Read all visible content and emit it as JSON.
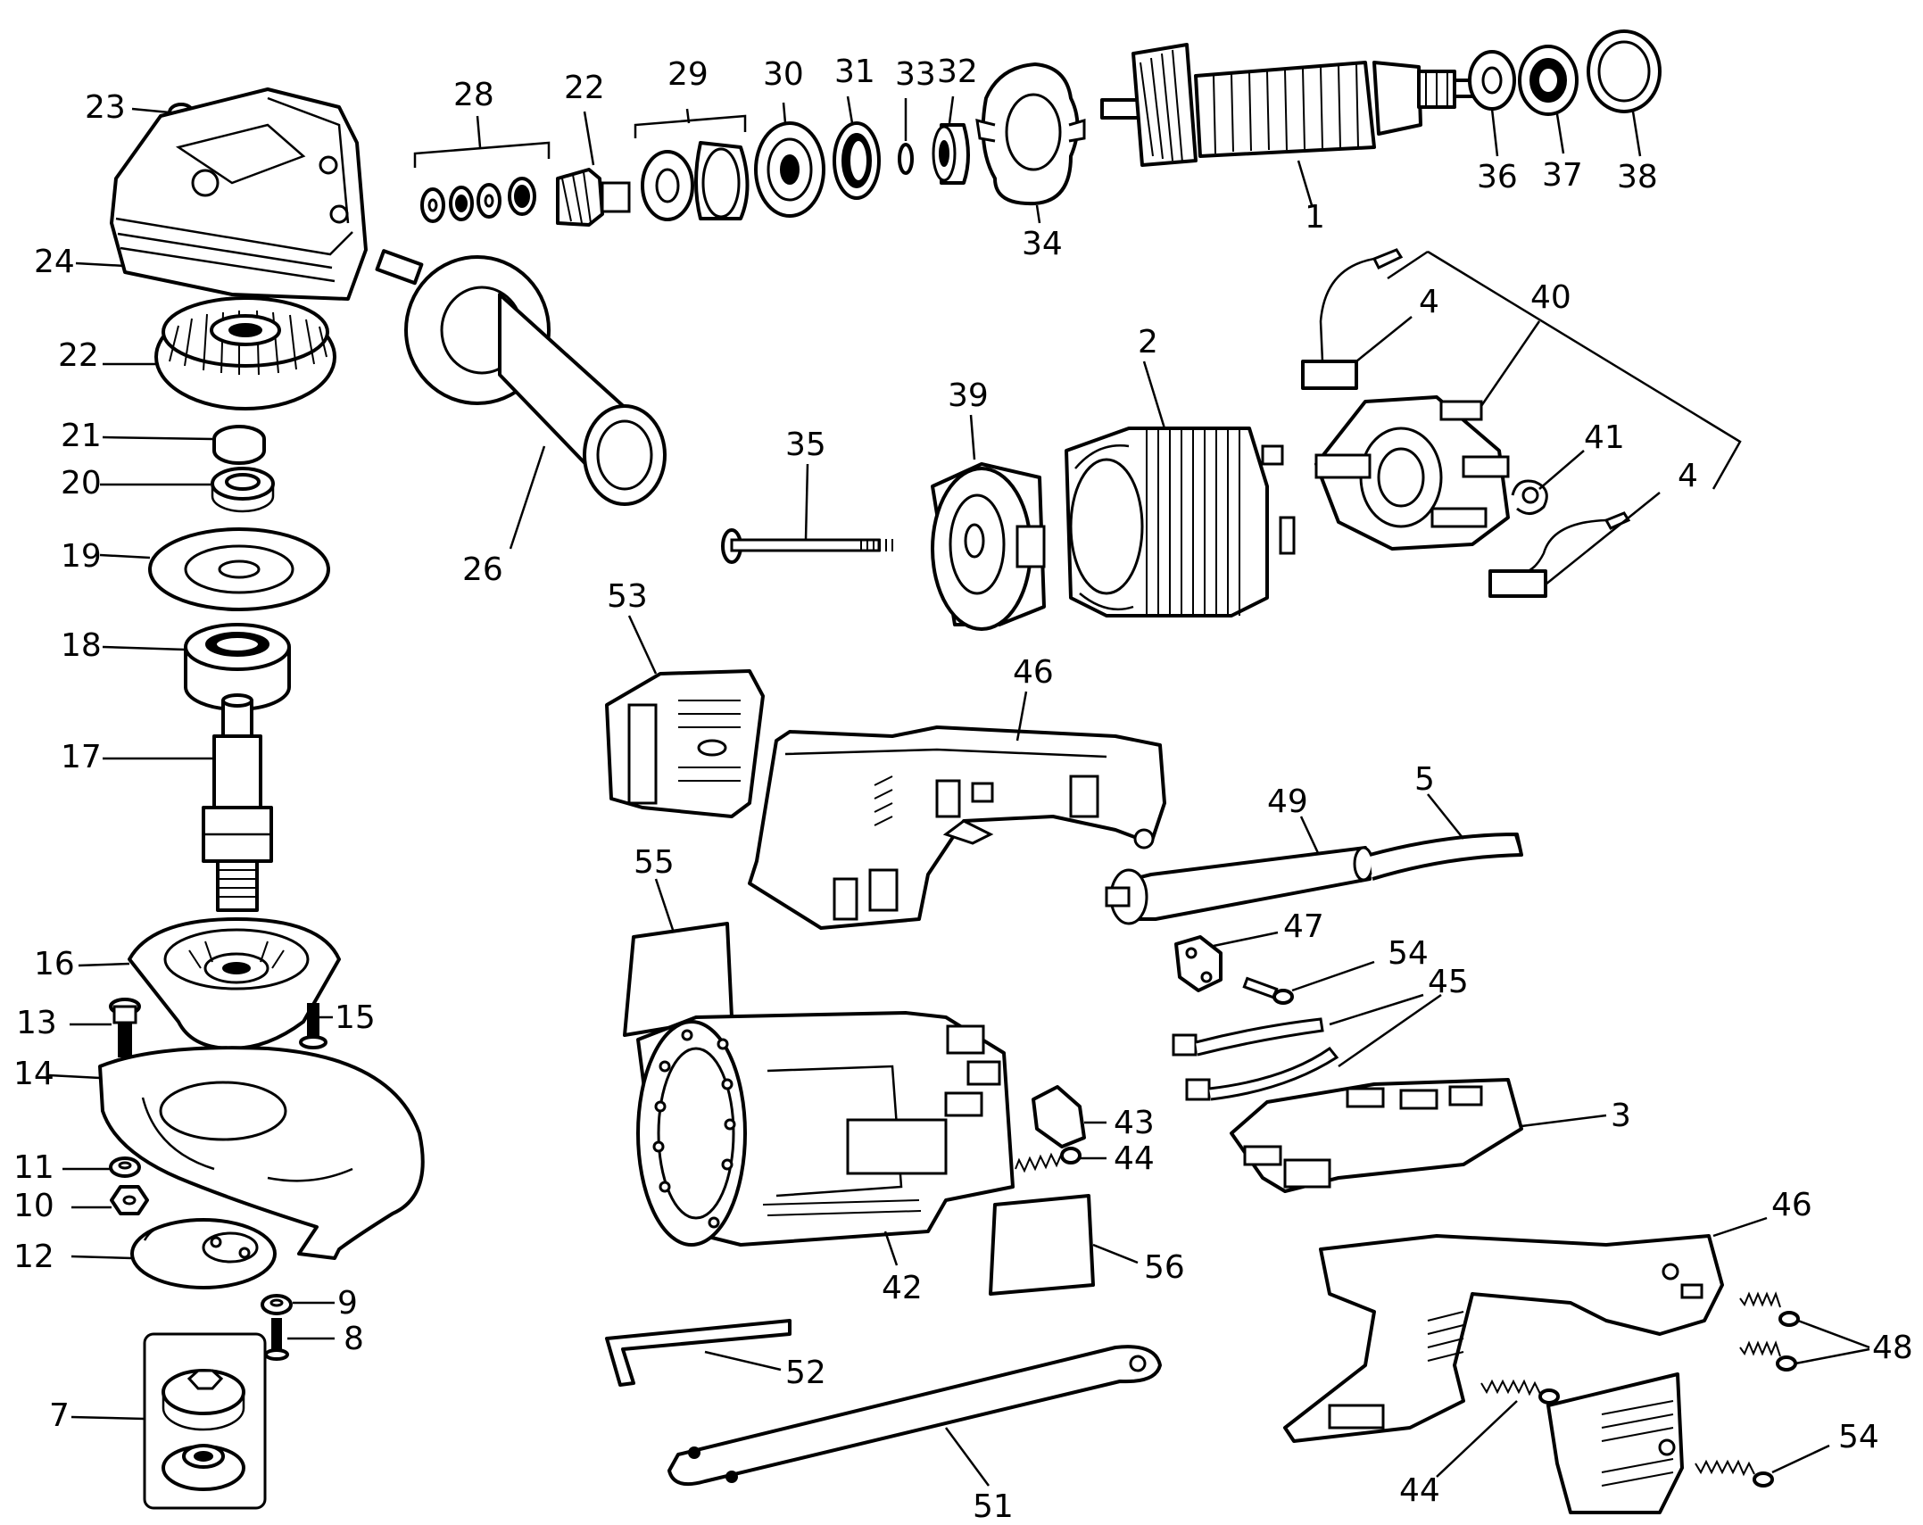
{
  "labels": [
    {
      "id": "l23",
      "text": "23"
    },
    {
      "id": "l24",
      "text": "24"
    },
    {
      "id": "l22a",
      "text": "22"
    },
    {
      "id": "l21",
      "text": "21"
    },
    {
      "id": "l20",
      "text": "20"
    },
    {
      "id": "l19",
      "text": "19"
    },
    {
      "id": "l18",
      "text": "18"
    },
    {
      "id": "l17",
      "text": "17"
    },
    {
      "id": "l16",
      "text": "16"
    },
    {
      "id": "l13",
      "text": "13"
    },
    {
      "id": "l15",
      "text": "15"
    },
    {
      "id": "l14",
      "text": "14"
    },
    {
      "id": "l11",
      "text": "11"
    },
    {
      "id": "l10",
      "text": "10"
    },
    {
      "id": "l12",
      "text": "12"
    },
    {
      "id": "l9",
      "text": "9"
    },
    {
      "id": "l8",
      "text": "8"
    },
    {
      "id": "l7",
      "text": "7"
    },
    {
      "id": "l28",
      "text": "28"
    },
    {
      "id": "l22b",
      "text": "22"
    },
    {
      "id": "l29",
      "text": "29"
    },
    {
      "id": "l30",
      "text": "30"
    },
    {
      "id": "l31",
      "text": "31"
    },
    {
      "id": "l33",
      "text": "33"
    },
    {
      "id": "l32",
      "text": "32"
    },
    {
      "id": "l34",
      "text": "34"
    },
    {
      "id": "l1",
      "text": "1"
    },
    {
      "id": "l36",
      "text": "36"
    },
    {
      "id": "l37",
      "text": "37"
    },
    {
      "id": "l38",
      "text": "38"
    },
    {
      "id": "l26",
      "text": "26"
    },
    {
      "id": "l35",
      "text": "35"
    },
    {
      "id": "l39",
      "text": "39"
    },
    {
      "id": "l2",
      "text": "2"
    },
    {
      "id": "l4a",
      "text": "4"
    },
    {
      "id": "l40",
      "text": "40"
    },
    {
      "id": "l41",
      "text": "41"
    },
    {
      "id": "l4b",
      "text": "4"
    },
    {
      "id": "l53",
      "text": "53"
    },
    {
      "id": "l46a",
      "text": "46"
    },
    {
      "id": "l55",
      "text": "55"
    },
    {
      "id": "l49",
      "text": "49"
    },
    {
      "id": "l5",
      "text": "5"
    },
    {
      "id": "l47",
      "text": "47"
    },
    {
      "id": "l54a",
      "text": "54"
    },
    {
      "id": "l45",
      "text": "45"
    },
    {
      "id": "l43",
      "text": "43"
    },
    {
      "id": "l44a",
      "text": "44"
    },
    {
      "id": "l3",
      "text": "3"
    },
    {
      "id": "l42",
      "text": "42"
    },
    {
      "id": "l56",
      "text": "56"
    },
    {
      "id": "l46b",
      "text": "46"
    },
    {
      "id": "l48",
      "text": "48"
    },
    {
      "id": "l52",
      "text": "52"
    },
    {
      "id": "l51",
      "text": "51"
    },
    {
      "id": "l44b",
      "text": "44"
    },
    {
      "id": "l54b",
      "text": "54"
    }
  ]
}
